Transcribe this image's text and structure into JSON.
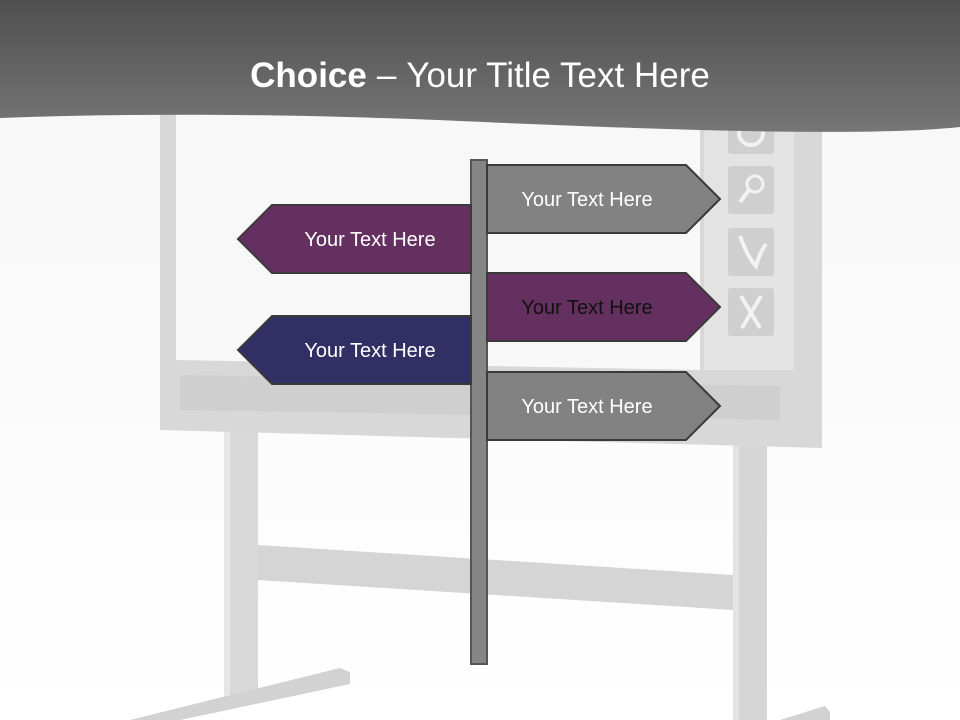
{
  "title": {
    "bold": "Choice",
    "separator": "–",
    "rest": "Your Title Text Here"
  },
  "signs": [
    {
      "text": "Your Text Here",
      "side": "right",
      "color": "#828282",
      "text_color": "#ffffff"
    },
    {
      "text": "Your Text Here",
      "side": "left",
      "color": "#64305f",
      "text_color": "#ffffff"
    },
    {
      "text": "Your Text Here",
      "side": "right",
      "color": "#64305f",
      "text_color": "#111111"
    },
    {
      "text": "Your Text Here",
      "side": "left",
      "color": "#312f64",
      "text_color": "#ffffff"
    },
    {
      "text": "Your Text Here",
      "side": "right",
      "color": "#828282",
      "text_color": "#ffffff"
    }
  ],
  "board_icons": [
    "circle-icon",
    "magnifier-icon",
    "check-icon",
    "x-icon"
  ],
  "colors": {
    "header": "#5c5c5c",
    "background": "#f5f5f5",
    "board": "#dadada",
    "pole": "#858585"
  }
}
